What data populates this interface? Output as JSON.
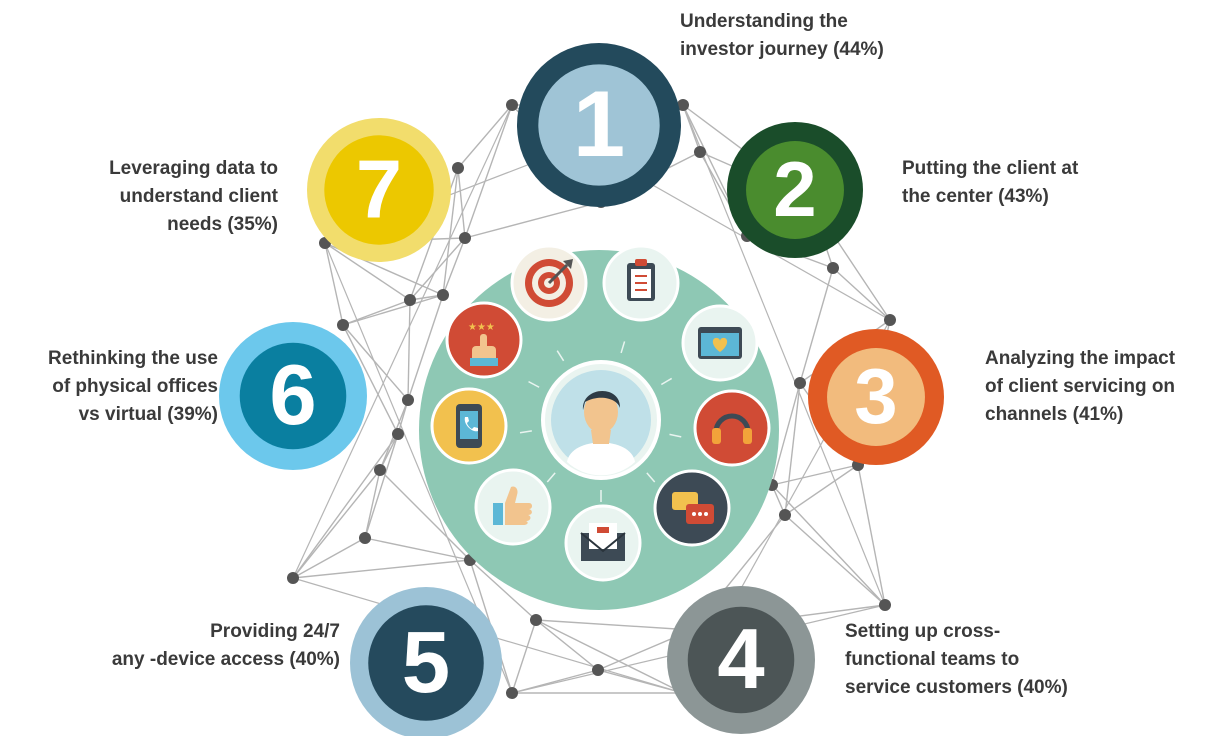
{
  "items": [
    {
      "number": "1",
      "lines": [
        "Understanding the",
        "investor journey (44%)"
      ],
      "outer_color": "#234a5c",
      "inner_color": "#9fc4d6",
      "number_color": "#ffffff"
    },
    {
      "number": "2",
      "lines": [
        "Putting the client at",
        "the center (43%)"
      ],
      "outer_color": "#1a4d2a",
      "inner_color": "#4a8c2e",
      "number_color": "#ffffff"
    },
    {
      "number": "3",
      "lines": [
        "Analyzing the impact",
        "of client servicing on",
        "channels (41%)"
      ],
      "outer_color": "#e05a24",
      "inner_color": "#f2bb7d",
      "number_color": "#ffffff"
    },
    {
      "number": "4",
      "lines": [
        "Setting up cross-",
        "functional teams to",
        "service customers (40%)"
      ],
      "outer_color": "#8c9696",
      "inner_color": "#4c5556",
      "number_color": "#ffffff"
    },
    {
      "number": "5",
      "lines": [
        "Providing 24/7",
        "any -device access (40%)"
      ],
      "outer_color": "#9cc2d6",
      "inner_color": "#254a5d",
      "number_color": "#ffffff"
    },
    {
      "number": "6",
      "lines": [
        "Rethinking the use",
        "of physical offices",
        "vs virtual (39%)"
      ],
      "outer_color": "#6cc8ec",
      "inner_color": "#0a7fa0",
      "number_color": "#ffffff"
    },
    {
      "number": "7",
      "lines": [
        "Leveraging data to",
        "understand client",
        "needs (35%)"
      ],
      "outer_color": "#f2dd6c",
      "inner_color": "#ecc800",
      "number_color": "#ffffff"
    }
  ],
  "hub": {
    "disc_color": "#8ec8b4",
    "icons": [
      "target-icon",
      "clipboard-icon",
      "browser-heart-icon",
      "headset-icon",
      "chat-bubbles-icon",
      "email-icon",
      "thumbs-up-icon",
      "phone-icon",
      "rating-hand-icon"
    ],
    "center_icon": "person-avatar-icon"
  },
  "network_color": "#b5b5b5",
  "node_color": "#555555"
}
